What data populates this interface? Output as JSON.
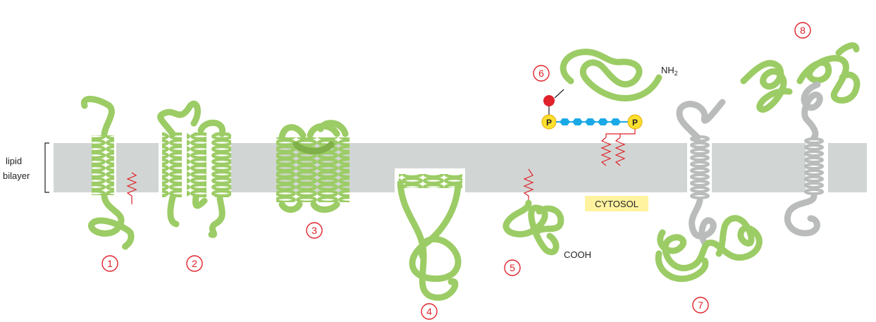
{
  "labels": {
    "lipid_bilayer_line1": "lipid",
    "lipid_bilayer_line2": "bilayer",
    "cytosol": "CYTOSOL",
    "nh2": "NH",
    "nh2_sub": "2",
    "cooh": "COOH",
    "phosphate": "P"
  },
  "proteins": [
    {
      "id": 1,
      "number": "1"
    },
    {
      "id": 2,
      "number": "2"
    },
    {
      "id": 3,
      "number": "3"
    },
    {
      "id": 4,
      "number": "4"
    },
    {
      "id": 5,
      "number": "5"
    },
    {
      "id": 6,
      "number": "6"
    },
    {
      "id": 7,
      "number": "7"
    },
    {
      "id": 8,
      "number": "8"
    }
  ],
  "colors": {
    "membrane": "#d1d6d4",
    "protein_green": "#9ccc65",
    "protein_grey": "#b9bcbb",
    "number_red": "#e0222a",
    "cytosol_box": "#fff3a0",
    "phosphate_yellow": "#fde02f",
    "sugar_blue": "#19a9e6",
    "red_dot": "#e0222a"
  }
}
